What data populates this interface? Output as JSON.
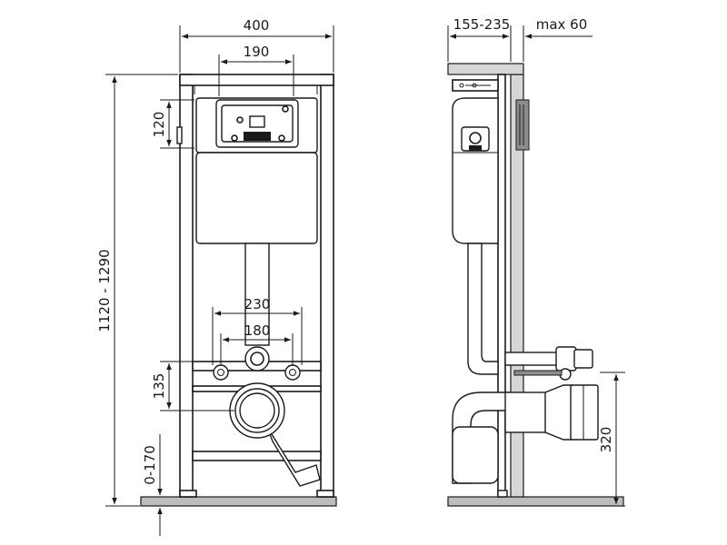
{
  "front_view": {
    "dim_width_total": "400",
    "dim_width_mount": "190",
    "dim_height_panel": "120",
    "dim_height_total": "1120 - 1290",
    "dim_bolt_outer": "230",
    "dim_bolt_inner": "180",
    "dim_drain_height": "135",
    "dim_floor_adjust": "0-170"
  },
  "side_view": {
    "dim_depth": "155-235",
    "dim_wall_max": "max 60",
    "dim_outlet_height": "320"
  },
  "colors": {
    "line": "#1a1a1a",
    "floor": "#bdbdbd",
    "wall": "#d6d6d6"
  }
}
